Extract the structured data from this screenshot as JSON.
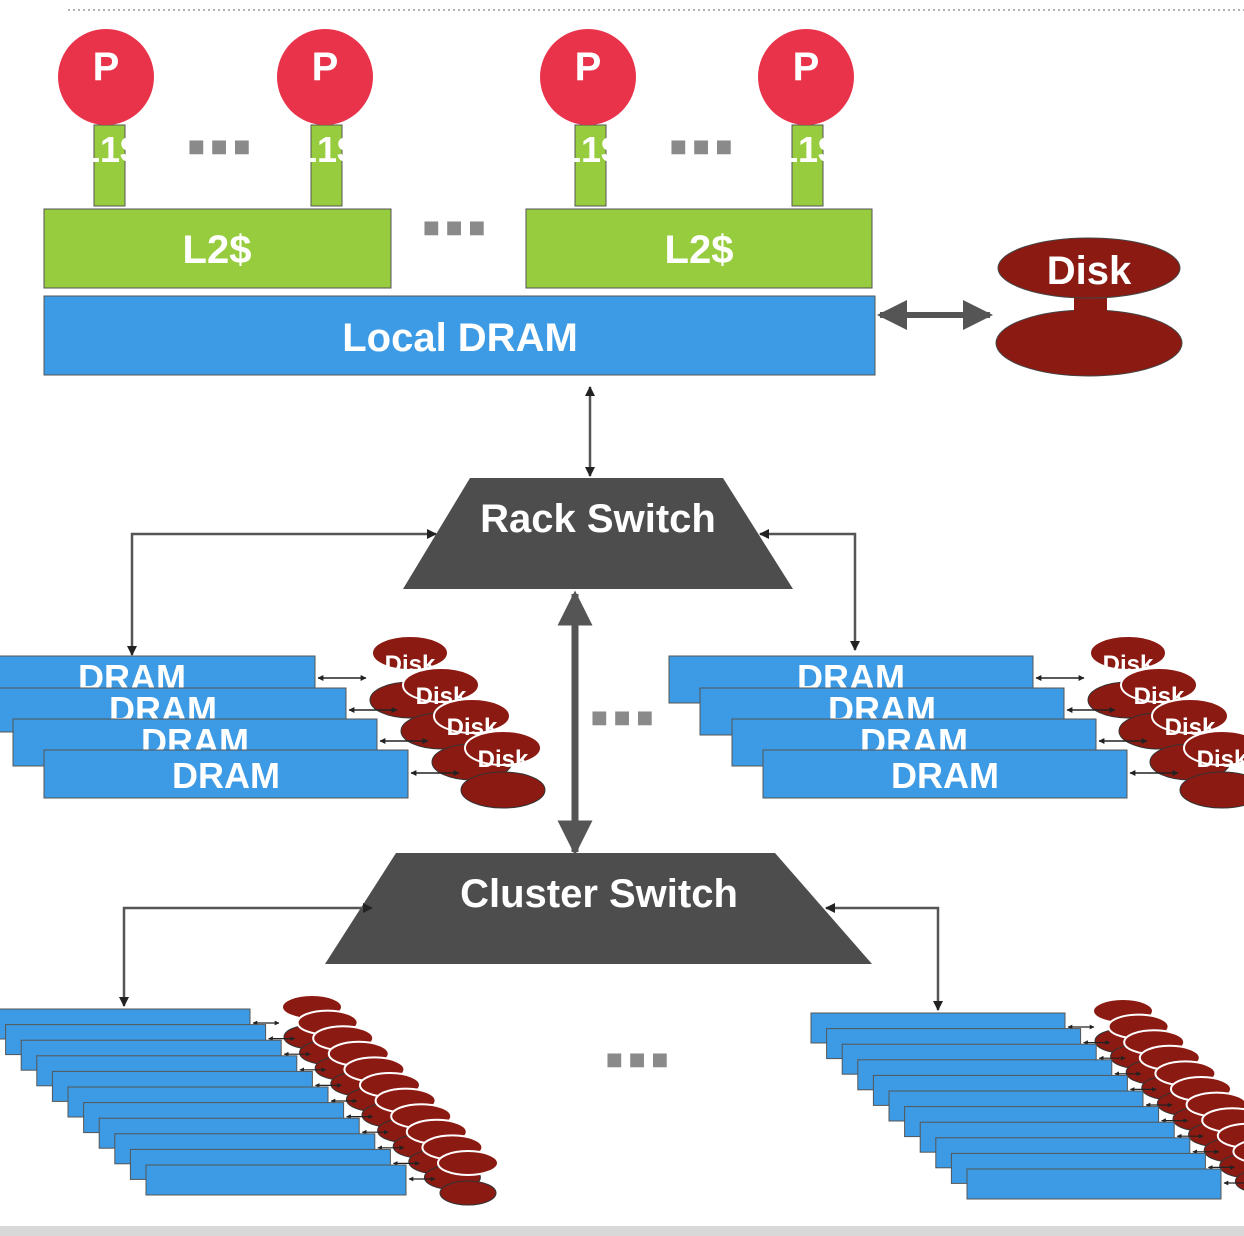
{
  "labels": {
    "processor": "P",
    "l1": "L1$",
    "l2": "L2$",
    "local_dram": "Local DRAM",
    "disk": "Disk",
    "rack_switch": "Rack Switch",
    "cluster_switch": "Cluster Switch",
    "dram": "DRAM",
    "ellipsis": "■ ■ ■"
  },
  "colors": {
    "processor": "#e8334a",
    "cache": "#97cc3f",
    "dram": "#3d9be5",
    "disk": "#8b1a12",
    "switch": "#4d4d4d",
    "arrow": "#555555",
    "ellipsis": "#8a8a8a"
  }
}
